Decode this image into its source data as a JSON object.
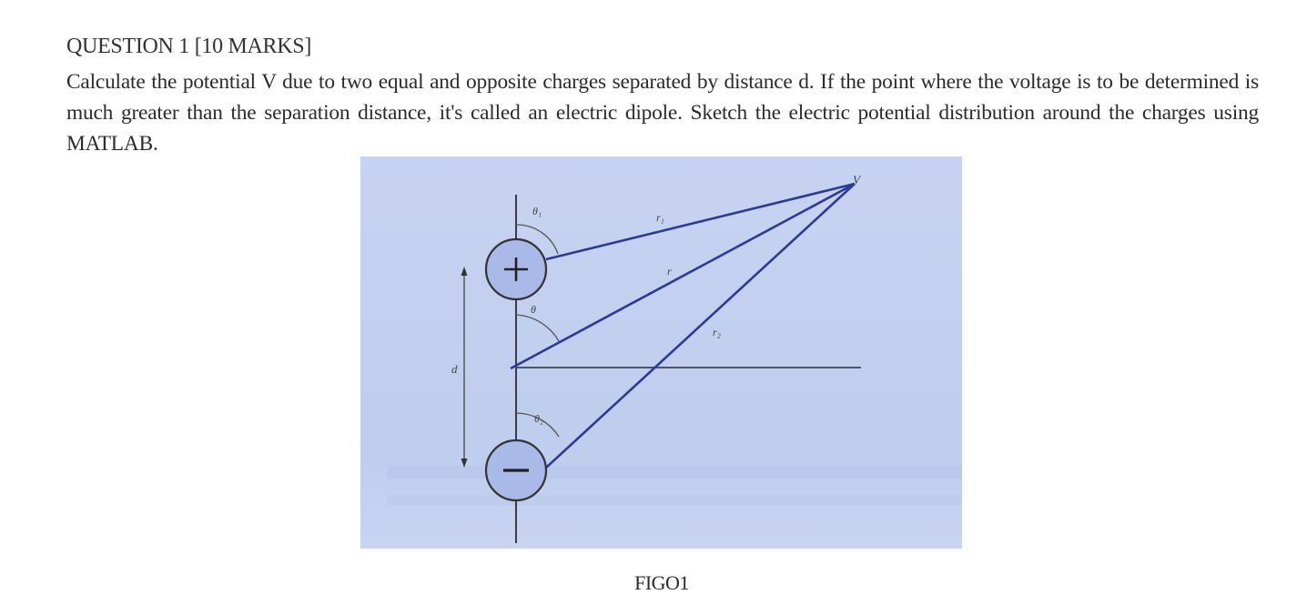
{
  "question": {
    "heading": "QUESTION 1 [10 MARKS]",
    "body": "Calculate the potential V due to two equal and opposite charges separated by distance d. If the point where the voltage is to be determined is much greater than the separation distance, it's called an electric dipole. Sketch the electric potential distribution around the charges using MATLAB."
  },
  "figure": {
    "background": "#c3d0ef",
    "line_color": "#2b3a9c",
    "labels": {
      "point": "V",
      "r1": "r₁",
      "r": "r",
      "r2": "r₂",
      "theta1": "θ₁",
      "theta": "θ",
      "theta2": "θ₂",
      "distance": "d",
      "positive_charge": "+",
      "negative_charge": "−"
    },
    "caption": "FIGO1"
  }
}
